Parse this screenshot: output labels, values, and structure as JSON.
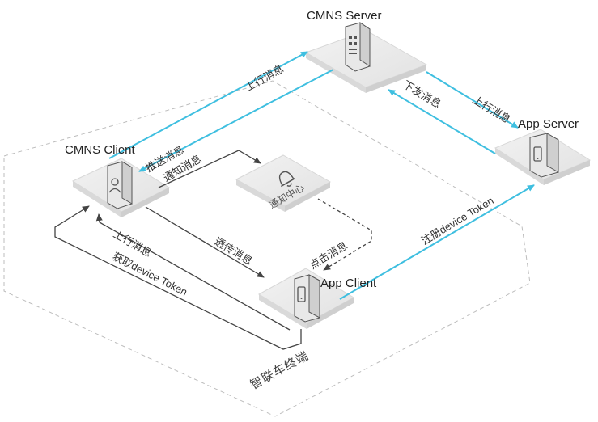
{
  "colors": {
    "accent": "#3fbfe0",
    "dark_arrow": "#444444",
    "dashed_border": "#bbbbbb",
    "platform": "#ebebeb",
    "device_body": "#f0f0f0",
    "device_stroke": "#555555"
  },
  "region": {
    "label": "智联车终端"
  },
  "nodes": {
    "cmns_server": {
      "label": "CMNS Server",
      "icon": "server-cabinet-icon"
    },
    "app_server": {
      "label": "App Server",
      "icon": "phone-cabinet-icon"
    },
    "cmns_client": {
      "label": "CMNS Client",
      "icon": "user-cabinet-icon"
    },
    "app_client": {
      "label": "App Client",
      "icon": "phone-cabinet-icon"
    },
    "notification_center": {
      "label": "通知中心",
      "icon": "bell-icon"
    }
  },
  "edges": {
    "client_to_server_uplink": "上行消息",
    "server_to_client_push": "推送消息",
    "appserver_to_cmns_down": "下发消息",
    "cmns_to_appserver_up": "上行消息",
    "client_to_center_notify": "通知消息",
    "client_to_appclient_passthrough": "透传消息",
    "center_to_appclient_click": "点击消息",
    "appclient_to_client_uplink": "上行消息",
    "appclient_get_token": "获取device Token",
    "appclient_register_token": "注册device Token"
  }
}
